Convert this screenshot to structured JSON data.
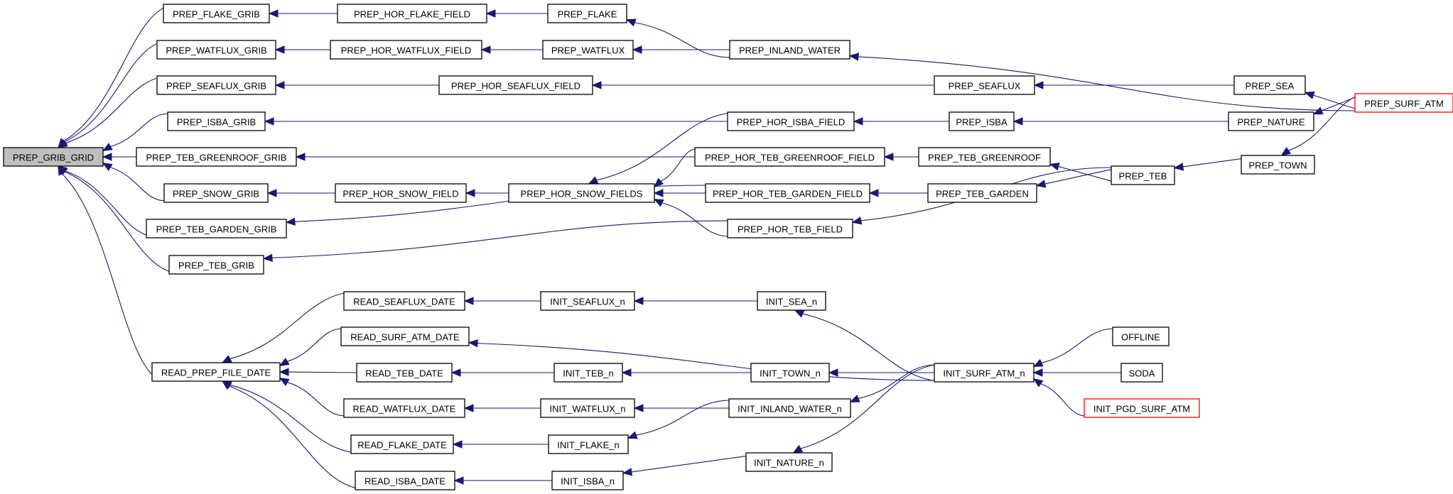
{
  "graph": {
    "type": "call-graph",
    "direction": "callers-of-root (arrows point from caller to callee)",
    "colors": {
      "edge": "#191970",
      "root_fill": "#bfbfbf",
      "node_border": "#000000",
      "truncated_border": "#ff0000"
    },
    "root": "PREP_GRIB_GRID",
    "nodes": [
      {
        "id": "PREP_GRIB_GRID",
        "label": "PREP_GRIB_GRID",
        "style": "root"
      },
      {
        "id": "PREP_FLAKE_GRIB",
        "label": "PREP_FLAKE_GRIB",
        "style": "normal"
      },
      {
        "id": "PREP_WATFLUX_GRIB",
        "label": "PREP_WATFLUX_GRIB",
        "style": "normal"
      },
      {
        "id": "PREP_SEAFLUX_GRIB",
        "label": "PREP_SEAFLUX_GRIB",
        "style": "normal"
      },
      {
        "id": "PREP_ISBA_GRIB",
        "label": "PREP_ISBA_GRIB",
        "style": "normal"
      },
      {
        "id": "PREP_TEB_GREENROOF_GRIB",
        "label": "PREP_TEB_GREENROOF_GRIB",
        "style": "normal"
      },
      {
        "id": "PREP_SNOW_GRIB",
        "label": "PREP_SNOW_GRIB",
        "style": "normal"
      },
      {
        "id": "PREP_TEB_GARDEN_GRIB",
        "label": "PREP_TEB_GARDEN_GRIB",
        "style": "normal"
      },
      {
        "id": "PREP_TEB_GRIB",
        "label": "PREP_TEB_GRIB",
        "style": "normal"
      },
      {
        "id": "READ_PREP_FILE_DATE",
        "label": "READ_PREP_FILE_DATE",
        "style": "normal"
      },
      {
        "id": "PREP_HOR_FLAKE_FIELD",
        "label": "PREP_HOR_FLAKE_FIELD",
        "style": "normal"
      },
      {
        "id": "PREP_HOR_WATFLUX_FIELD",
        "label": "PREP_HOR_WATFLUX_FIELD",
        "style": "normal"
      },
      {
        "id": "PREP_HOR_SEAFLUX_FIELD",
        "label": "PREP_HOR_SEAFLUX_FIELD",
        "style": "normal"
      },
      {
        "id": "PREP_HOR_SNOW_FIELD",
        "label": "PREP_HOR_SNOW_FIELD",
        "style": "normal"
      },
      {
        "id": "PREP_HOR_SNOW_FIELDS",
        "label": "PREP_HOR_SNOW_FIELDS",
        "style": "normal"
      },
      {
        "id": "PREP_FLAKE",
        "label": "PREP_FLAKE",
        "style": "normal"
      },
      {
        "id": "PREP_WATFLUX",
        "label": "PREP_WATFLUX",
        "style": "normal"
      },
      {
        "id": "PREP_INLAND_WATER",
        "label": "PREP_INLAND_WATER",
        "style": "normal"
      },
      {
        "id": "PREP_HOR_ISBA_FIELD",
        "label": "PREP_HOR_ISBA_FIELD",
        "style": "normal"
      },
      {
        "id": "PREP_HOR_TEB_GREENROOF_FIELD",
        "label": "PREP_HOR_TEB_GREENROOF_FIELD",
        "style": "normal"
      },
      {
        "id": "PREP_HOR_TEB_GARDEN_FIELD",
        "label": "PREP_HOR_TEB_GARDEN_FIELD",
        "style": "normal"
      },
      {
        "id": "PREP_HOR_TEB_FIELD",
        "label": "PREP_HOR_TEB_FIELD",
        "style": "normal"
      },
      {
        "id": "PREP_SEAFLUX",
        "label": "PREP_SEAFLUX",
        "style": "normal"
      },
      {
        "id": "PREP_ISBA",
        "label": "PREP_ISBA",
        "style": "normal"
      },
      {
        "id": "PREP_TEB_GREENROOF",
        "label": "PREP_TEB_GREENROOF",
        "style": "normal"
      },
      {
        "id": "PREP_TEB_GARDEN",
        "label": "PREP_TEB_GARDEN",
        "style": "normal"
      },
      {
        "id": "PREP_TEB",
        "label": "PREP_TEB",
        "style": "normal"
      },
      {
        "id": "PREP_SEA",
        "label": "PREP_SEA",
        "style": "normal"
      },
      {
        "id": "PREP_NATURE",
        "label": "PREP_NATURE",
        "style": "normal"
      },
      {
        "id": "PREP_TOWN",
        "label": "PREP_TOWN",
        "style": "normal"
      },
      {
        "id": "PREP_SURF_ATM",
        "label": "PREP_SURF_ATM",
        "style": "truncated"
      },
      {
        "id": "READ_SEAFLUX_DATE",
        "label": "READ_SEAFLUX_DATE",
        "style": "normal"
      },
      {
        "id": "READ_SURF_ATM_DATE",
        "label": "READ_SURF_ATM_DATE",
        "style": "normal"
      },
      {
        "id": "READ_TEB_DATE",
        "label": "READ_TEB_DATE",
        "style": "normal"
      },
      {
        "id": "READ_WATFLUX_DATE",
        "label": "READ_WATFLUX_DATE",
        "style": "normal"
      },
      {
        "id": "READ_FLAKE_DATE",
        "label": "READ_FLAKE_DATE",
        "style": "normal"
      },
      {
        "id": "READ_ISBA_DATE",
        "label": "READ_ISBA_DATE",
        "style": "normal"
      },
      {
        "id": "INIT_SEAFLUX_n",
        "label": "INIT_SEAFLUX_n",
        "style": "normal"
      },
      {
        "id": "INIT_TEB_n",
        "label": "INIT_TEB_n",
        "style": "normal"
      },
      {
        "id": "INIT_WATFLUX_n",
        "label": "INIT_WATFLUX_n",
        "style": "normal"
      },
      {
        "id": "INIT_FLAKE_n",
        "label": "INIT_FLAKE_n",
        "style": "normal"
      },
      {
        "id": "INIT_ISBA_n",
        "label": "INIT_ISBA_n",
        "style": "normal"
      },
      {
        "id": "INIT_SEA_n",
        "label": "INIT_SEA_n",
        "style": "normal"
      },
      {
        "id": "INIT_TOWN_n",
        "label": "INIT_TOWN_n",
        "style": "normal"
      },
      {
        "id": "INIT_INLAND_WATER_n",
        "label": "INIT_INLAND_WATER_n",
        "style": "normal"
      },
      {
        "id": "INIT_NATURE_n",
        "label": "INIT_NATURE_n",
        "style": "normal"
      },
      {
        "id": "INIT_SURF_ATM_n",
        "label": "INIT_SURF_ATM_n",
        "style": "normal"
      },
      {
        "id": "OFFLINE",
        "label": "OFFLINE",
        "style": "normal"
      },
      {
        "id": "SODA",
        "label": "SODA",
        "style": "normal"
      },
      {
        "id": "INIT_PGD_SURF_ATM",
        "label": "INIT_PGD_SURF_ATM",
        "style": "truncated"
      }
    ],
    "edges": [
      {
        "from": "PREP_FLAKE_GRIB",
        "to": "PREP_GRIB_GRID"
      },
      {
        "from": "PREP_WATFLUX_GRIB",
        "to": "PREP_GRIB_GRID"
      },
      {
        "from": "PREP_SEAFLUX_GRIB",
        "to": "PREP_GRIB_GRID"
      },
      {
        "from": "PREP_ISBA_GRIB",
        "to": "PREP_GRIB_GRID"
      },
      {
        "from": "PREP_TEB_GREENROOF_GRIB",
        "to": "PREP_GRIB_GRID"
      },
      {
        "from": "PREP_SNOW_GRIB",
        "to": "PREP_GRIB_GRID"
      },
      {
        "from": "PREP_TEB_GARDEN_GRIB",
        "to": "PREP_GRIB_GRID"
      },
      {
        "from": "PREP_TEB_GRIB",
        "to": "PREP_GRIB_GRID"
      },
      {
        "from": "READ_PREP_FILE_DATE",
        "to": "PREP_GRIB_GRID"
      },
      {
        "from": "PREP_HOR_FLAKE_FIELD",
        "to": "PREP_FLAKE_GRIB"
      },
      {
        "from": "PREP_HOR_WATFLUX_FIELD",
        "to": "PREP_WATFLUX_GRIB"
      },
      {
        "from": "PREP_HOR_SEAFLUX_FIELD",
        "to": "PREP_SEAFLUX_GRIB"
      },
      {
        "from": "PREP_HOR_ISBA_FIELD",
        "to": "PREP_ISBA_GRIB"
      },
      {
        "from": "PREP_HOR_TEB_GREENROOF_FIELD",
        "to": "PREP_TEB_GREENROOF_GRIB"
      },
      {
        "from": "PREP_HOR_SNOW_FIELD",
        "to": "PREP_SNOW_GRIB"
      },
      {
        "from": "PREP_HOR_TEB_GARDEN_FIELD",
        "to": "PREP_TEB_GARDEN_GRIB"
      },
      {
        "from": "PREP_HOR_TEB_FIELD",
        "to": "PREP_TEB_GRIB"
      },
      {
        "from": "PREP_FLAKE",
        "to": "PREP_HOR_FLAKE_FIELD"
      },
      {
        "from": "PREP_WATFLUX",
        "to": "PREP_HOR_WATFLUX_FIELD"
      },
      {
        "from": "PREP_SEAFLUX",
        "to": "PREP_HOR_SEAFLUX_FIELD"
      },
      {
        "from": "PREP_HOR_SNOW_FIELDS",
        "to": "PREP_HOR_SNOW_FIELD"
      },
      {
        "from": "PREP_HOR_ISBA_FIELD",
        "to": "PREP_HOR_SNOW_FIELDS"
      },
      {
        "from": "PREP_HOR_TEB_GREENROOF_FIELD",
        "to": "PREP_HOR_SNOW_FIELDS"
      },
      {
        "from": "PREP_HOR_TEB_GARDEN_FIELD",
        "to": "PREP_HOR_SNOW_FIELDS"
      },
      {
        "from": "PREP_HOR_TEB_FIELD",
        "to": "PREP_HOR_SNOW_FIELDS"
      },
      {
        "from": "PREP_INLAND_WATER",
        "to": "PREP_FLAKE"
      },
      {
        "from": "PREP_INLAND_WATER",
        "to": "PREP_WATFLUX"
      },
      {
        "from": "PREP_ISBA",
        "to": "PREP_HOR_ISBA_FIELD"
      },
      {
        "from": "PREP_TEB_GREENROOF",
        "to": "PREP_HOR_TEB_GREENROOF_FIELD"
      },
      {
        "from": "PREP_TEB_GARDEN",
        "to": "PREP_HOR_TEB_GARDEN_FIELD"
      },
      {
        "from": "PREP_TEB",
        "to": "PREP_HOR_TEB_FIELD"
      },
      {
        "from": "PREP_TEB",
        "to": "PREP_TEB_GREENROOF"
      },
      {
        "from": "PREP_TEB",
        "to": "PREP_TEB_GARDEN"
      },
      {
        "from": "PREP_SEA",
        "to": "PREP_SEAFLUX"
      },
      {
        "from": "PREP_NATURE",
        "to": "PREP_ISBA"
      },
      {
        "from": "PREP_TOWN",
        "to": "PREP_TEB"
      },
      {
        "from": "PREP_SURF_ATM",
        "to": "PREP_INLAND_WATER"
      },
      {
        "from": "PREP_SURF_ATM",
        "to": "PREP_SEA"
      },
      {
        "from": "PREP_SURF_ATM",
        "to": "PREP_NATURE"
      },
      {
        "from": "PREP_SURF_ATM",
        "to": "PREP_TOWN"
      },
      {
        "from": "READ_SEAFLUX_DATE",
        "to": "READ_PREP_FILE_DATE"
      },
      {
        "from": "READ_SURF_ATM_DATE",
        "to": "READ_PREP_FILE_DATE"
      },
      {
        "from": "READ_TEB_DATE",
        "to": "READ_PREP_FILE_DATE"
      },
      {
        "from": "READ_WATFLUX_DATE",
        "to": "READ_PREP_FILE_DATE"
      },
      {
        "from": "READ_FLAKE_DATE",
        "to": "READ_PREP_FILE_DATE"
      },
      {
        "from": "READ_ISBA_DATE",
        "to": "READ_PREP_FILE_DATE"
      },
      {
        "from": "INIT_SEAFLUX_n",
        "to": "READ_SEAFLUX_DATE"
      },
      {
        "from": "INIT_SURF_ATM_n",
        "to": "READ_SURF_ATM_DATE"
      },
      {
        "from": "INIT_TEB_n",
        "to": "READ_TEB_DATE"
      },
      {
        "from": "INIT_WATFLUX_n",
        "to": "READ_WATFLUX_DATE"
      },
      {
        "from": "INIT_FLAKE_n",
        "to": "READ_FLAKE_DATE"
      },
      {
        "from": "INIT_ISBA_n",
        "to": "READ_ISBA_DATE"
      },
      {
        "from": "INIT_SEA_n",
        "to": "INIT_SEAFLUX_n"
      },
      {
        "from": "INIT_TOWN_n",
        "to": "INIT_TEB_n"
      },
      {
        "from": "INIT_INLAND_WATER_n",
        "to": "INIT_WATFLUX_n"
      },
      {
        "from": "INIT_INLAND_WATER_n",
        "to": "INIT_FLAKE_n"
      },
      {
        "from": "INIT_NATURE_n",
        "to": "INIT_ISBA_n"
      },
      {
        "from": "INIT_SURF_ATM_n",
        "to": "INIT_SEA_n"
      },
      {
        "from": "INIT_SURF_ATM_n",
        "to": "INIT_TOWN_n"
      },
      {
        "from": "INIT_SURF_ATM_n",
        "to": "INIT_INLAND_WATER_n"
      },
      {
        "from": "INIT_SURF_ATM_n",
        "to": "INIT_NATURE_n"
      },
      {
        "from": "OFFLINE",
        "to": "INIT_SURF_ATM_n"
      },
      {
        "from": "SODA",
        "to": "INIT_SURF_ATM_n"
      },
      {
        "from": "INIT_PGD_SURF_ATM",
        "to": "INIT_SURF_ATM_n"
      }
    ]
  }
}
